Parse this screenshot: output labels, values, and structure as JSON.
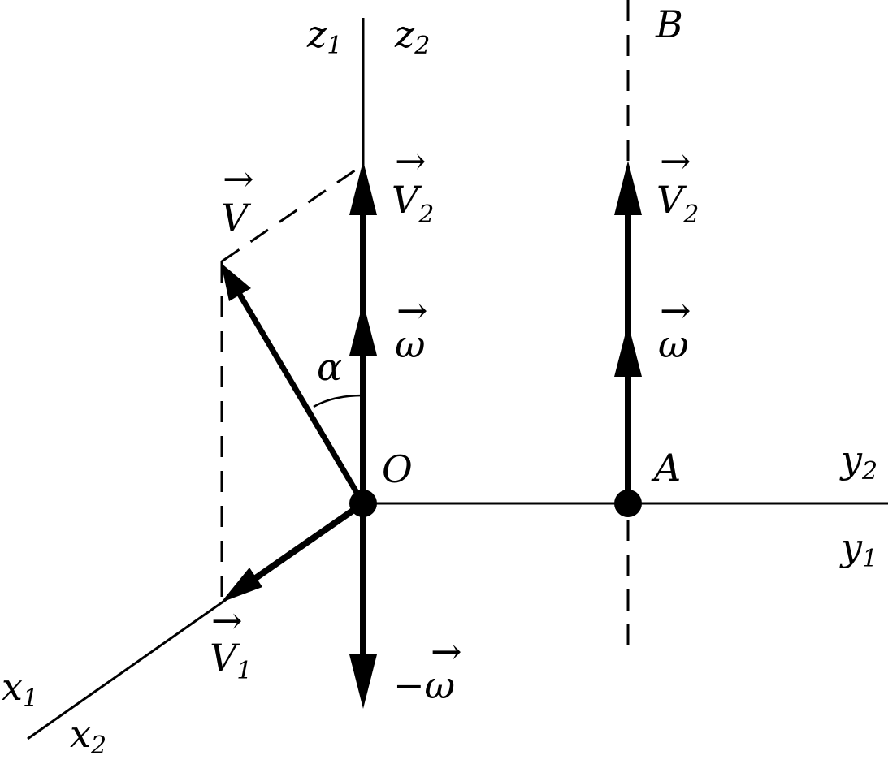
{
  "colors": {
    "ink": "#000000",
    "background": "#ffffff"
  },
  "labels": {
    "z": "z",
    "z1_sub": "1",
    "z2_sub": "2",
    "y": "y",
    "y1_sub": "1",
    "y2_sub": "2",
    "x": "x",
    "x1_sub": "1",
    "x2_sub": "2",
    "B": "B",
    "O": "O",
    "A": "A",
    "alpha": "α",
    "V": "V",
    "V1": "V",
    "V1_sub": "1",
    "V2_left": "V",
    "V2_left_sub": "2",
    "V2_right": "V",
    "V2_right_sub": "2",
    "omega_left": "ω",
    "omega_right": "ω",
    "neg_omega": "−ω",
    "arrow_glyph": "→"
  }
}
